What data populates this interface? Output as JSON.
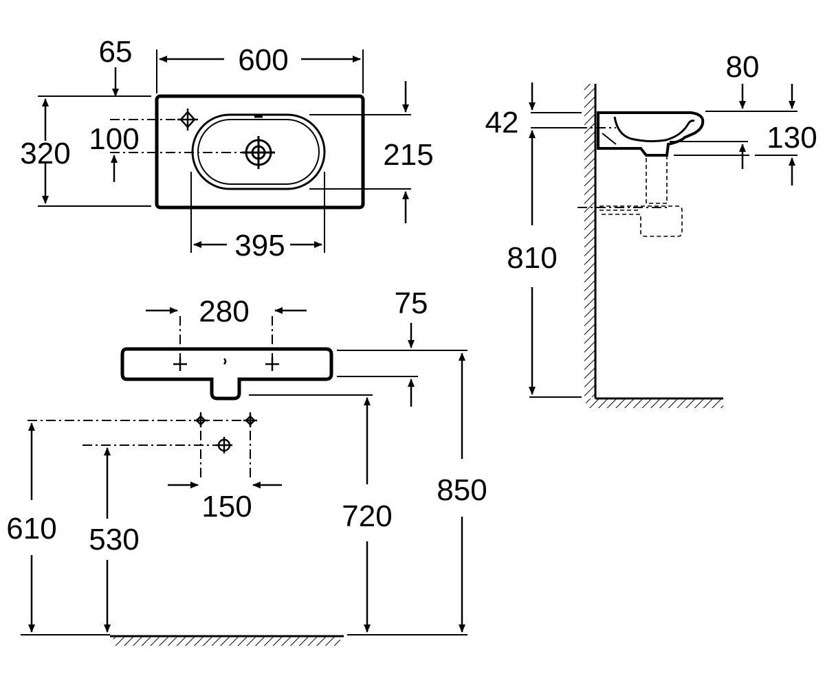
{
  "diagram": {
    "stroke_color": "#000000",
    "background_color": "#ffffff",
    "views": {
      "top_view": {
        "dimensions": {
          "d600": "600",
          "d65": "65",
          "d320": "320",
          "d100": "100",
          "d215": "215",
          "d395": "395"
        }
      },
      "front_view": {
        "dimensions": {
          "d280": "280",
          "d75": "75",
          "d150": "150",
          "d610": "610",
          "d530": "530",
          "d720": "720",
          "d850": "850"
        }
      },
      "side_view": {
        "dimensions": {
          "d80": "80",
          "d42": "42",
          "d130": "130",
          "d810": "810"
        }
      }
    }
  }
}
